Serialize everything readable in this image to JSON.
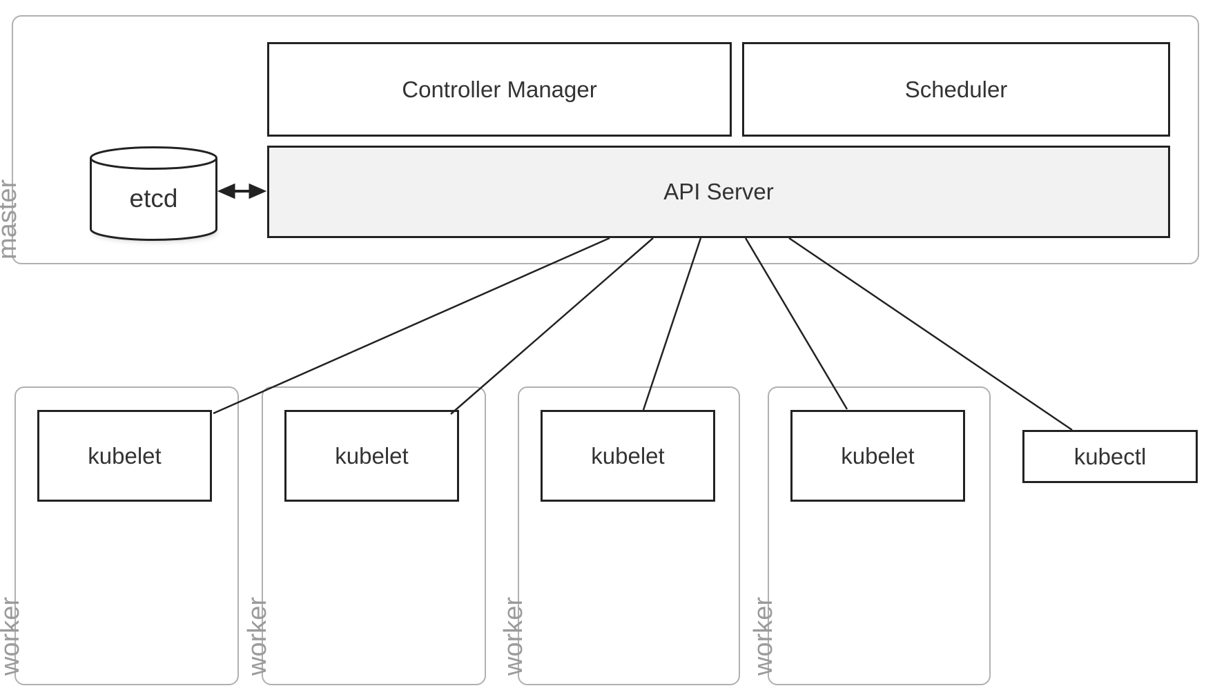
{
  "master_group": {
    "label": "master",
    "controller_manager_label": "Controller Manager",
    "scheduler_label": "Scheduler",
    "api_server_label": "API Server",
    "etcd_label": "etcd"
  },
  "workers": [
    {
      "group_label": "worker",
      "kubelet_label": "kubelet"
    },
    {
      "group_label": "worker",
      "kubelet_label": "kubelet"
    },
    {
      "group_label": "worker",
      "kubelet_label": "kubelet"
    },
    {
      "group_label": "worker",
      "kubelet_label": "kubelet"
    }
  ],
  "kubectl_label": "kubectl",
  "colors": {
    "background": "#ffffff",
    "component_border": "#222222",
    "component_fill": "#ffffff",
    "api_server_fill": "#f2f2f2",
    "group_border": "#b0b0b0",
    "group_label_text": "#9b9b9b",
    "component_label_text": "#333333",
    "connector": "#222222"
  }
}
